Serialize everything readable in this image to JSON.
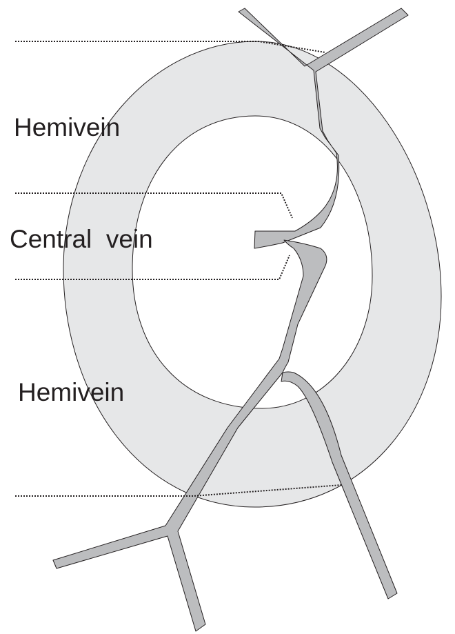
{
  "labels": {
    "hemivein_upper": "Hemivein",
    "central_vein": "Central  vein",
    "hemivein_lower": "Hemivein"
  },
  "colors": {
    "ring_fill": "#e6e7e8",
    "vein_fill": "#bcbdbf",
    "outline": "#231f20",
    "background": "#ffffff"
  }
}
